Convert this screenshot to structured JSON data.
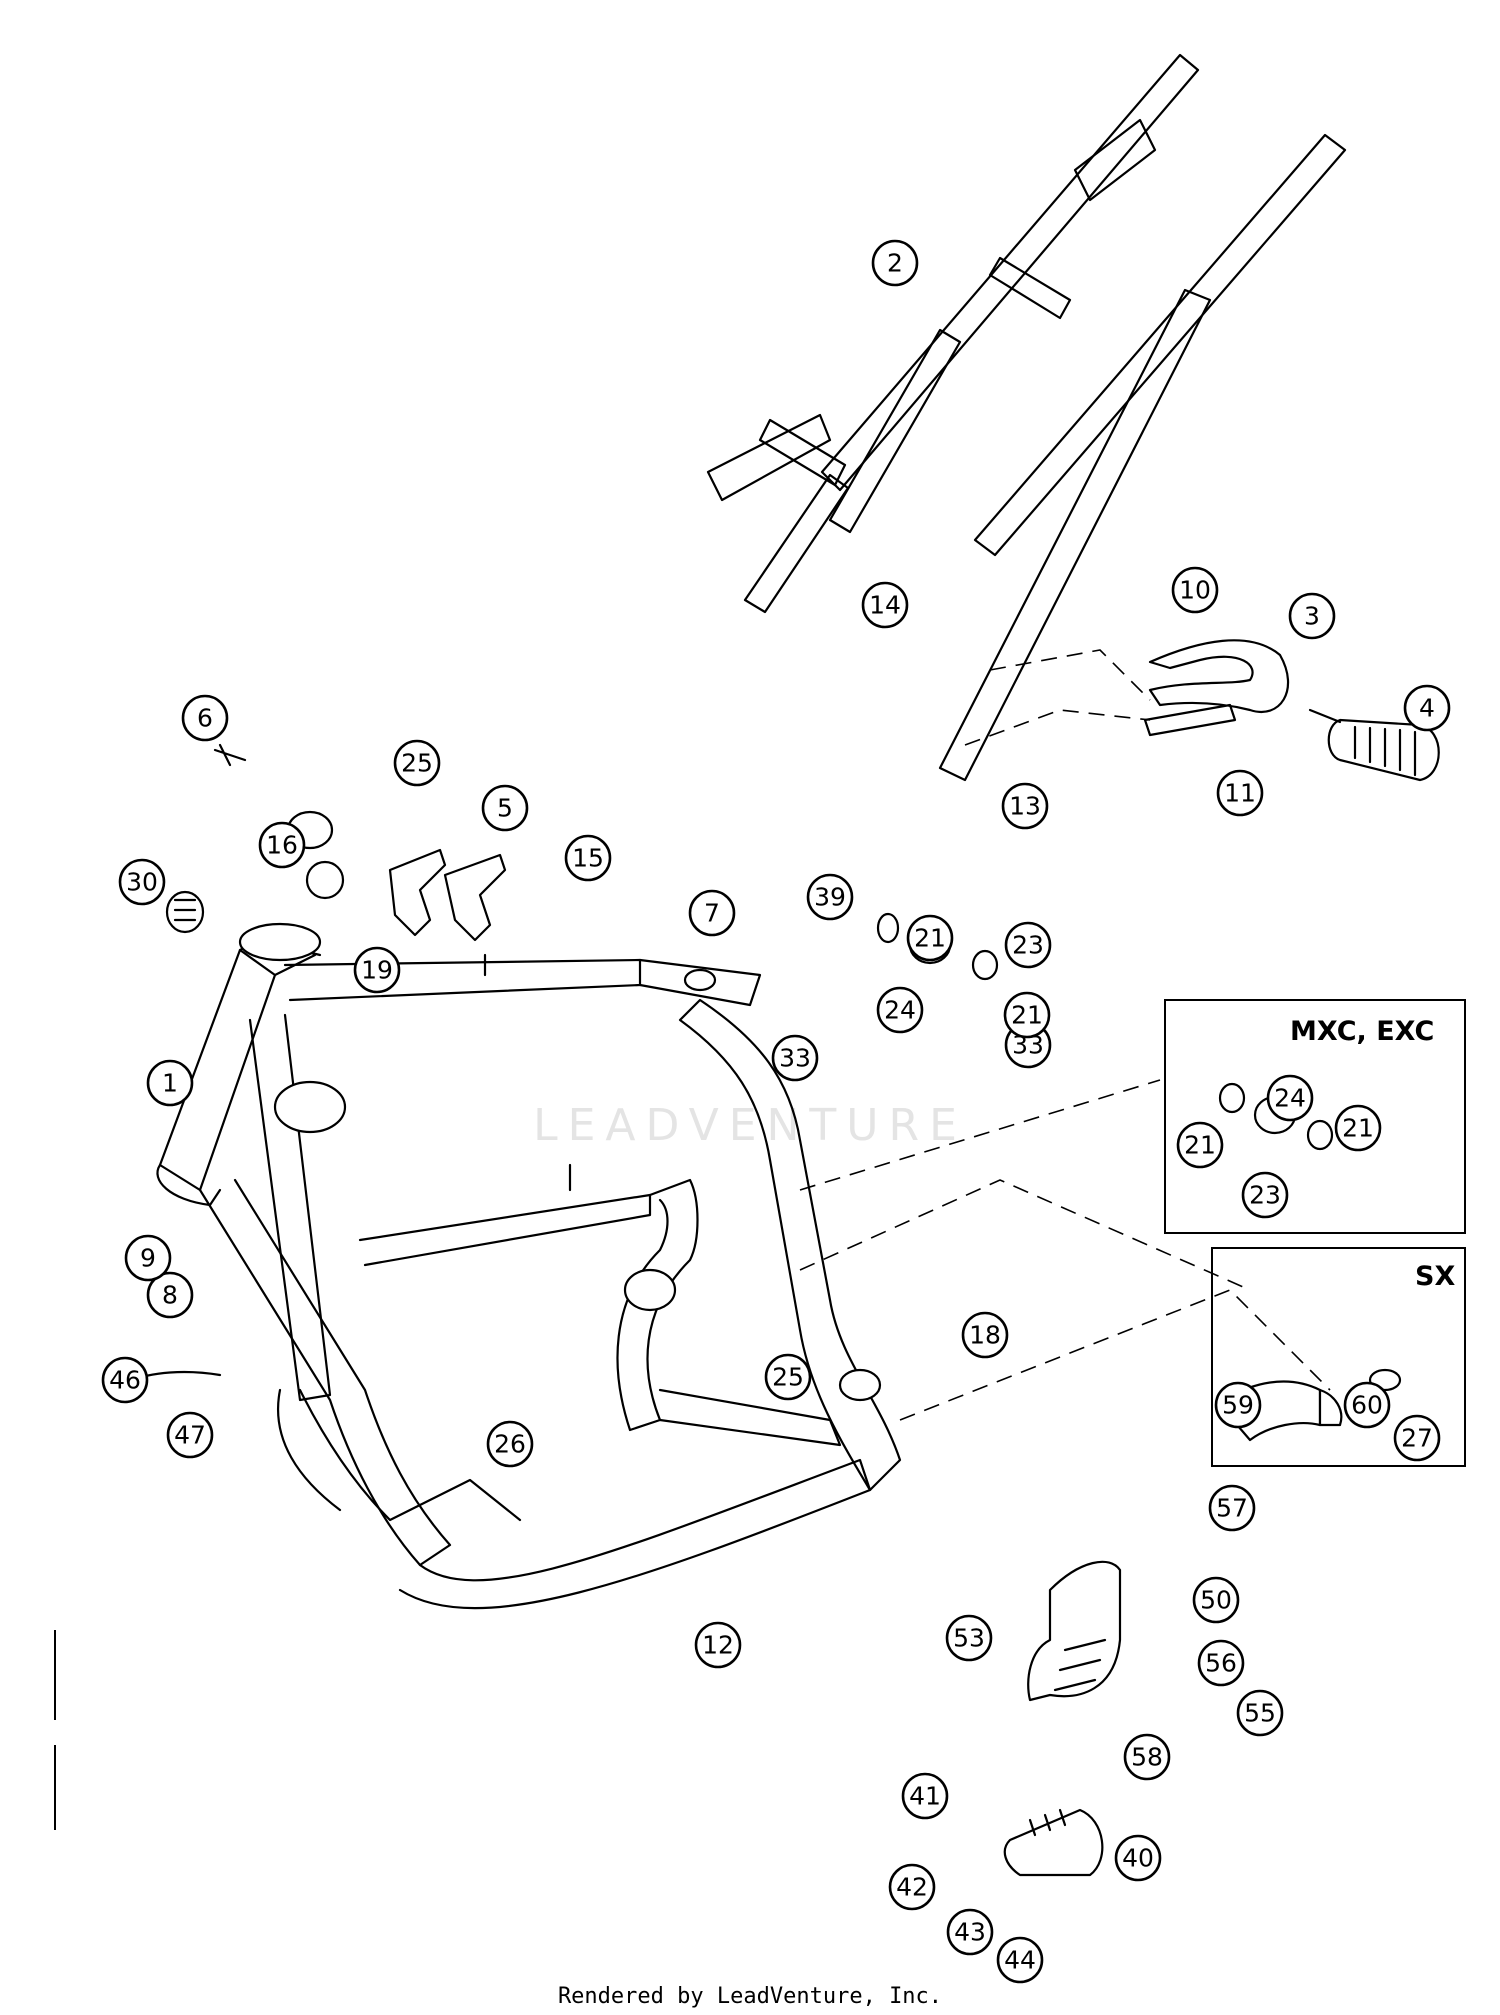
{
  "diagram": {
    "watermark": "LEADVENTURE",
    "boxes": [
      {
        "id": "mxc-exc",
        "title": "MXC, EXC"
      },
      {
        "id": "sx",
        "title": "SX"
      }
    ],
    "callouts": [
      "1",
      "2",
      "3",
      "4",
      "5",
      "6",
      "7",
      "8",
      "9",
      "10",
      "11",
      "12",
      "13",
      "14",
      "15",
      "16",
      "19",
      "30",
      "25",
      "39",
      "21",
      "23",
      "24",
      "33",
      "21",
      "33",
      "24",
      "21",
      "21",
      "23",
      "18",
      "25",
      "26",
      "59",
      "60",
      "27",
      "57",
      "50",
      "53",
      "56",
      "55",
      "58",
      "41",
      "40",
      "42",
      "43",
      "44",
      "46",
      "47"
    ],
    "footer": "Rendered by LeadVenture, Inc."
  }
}
